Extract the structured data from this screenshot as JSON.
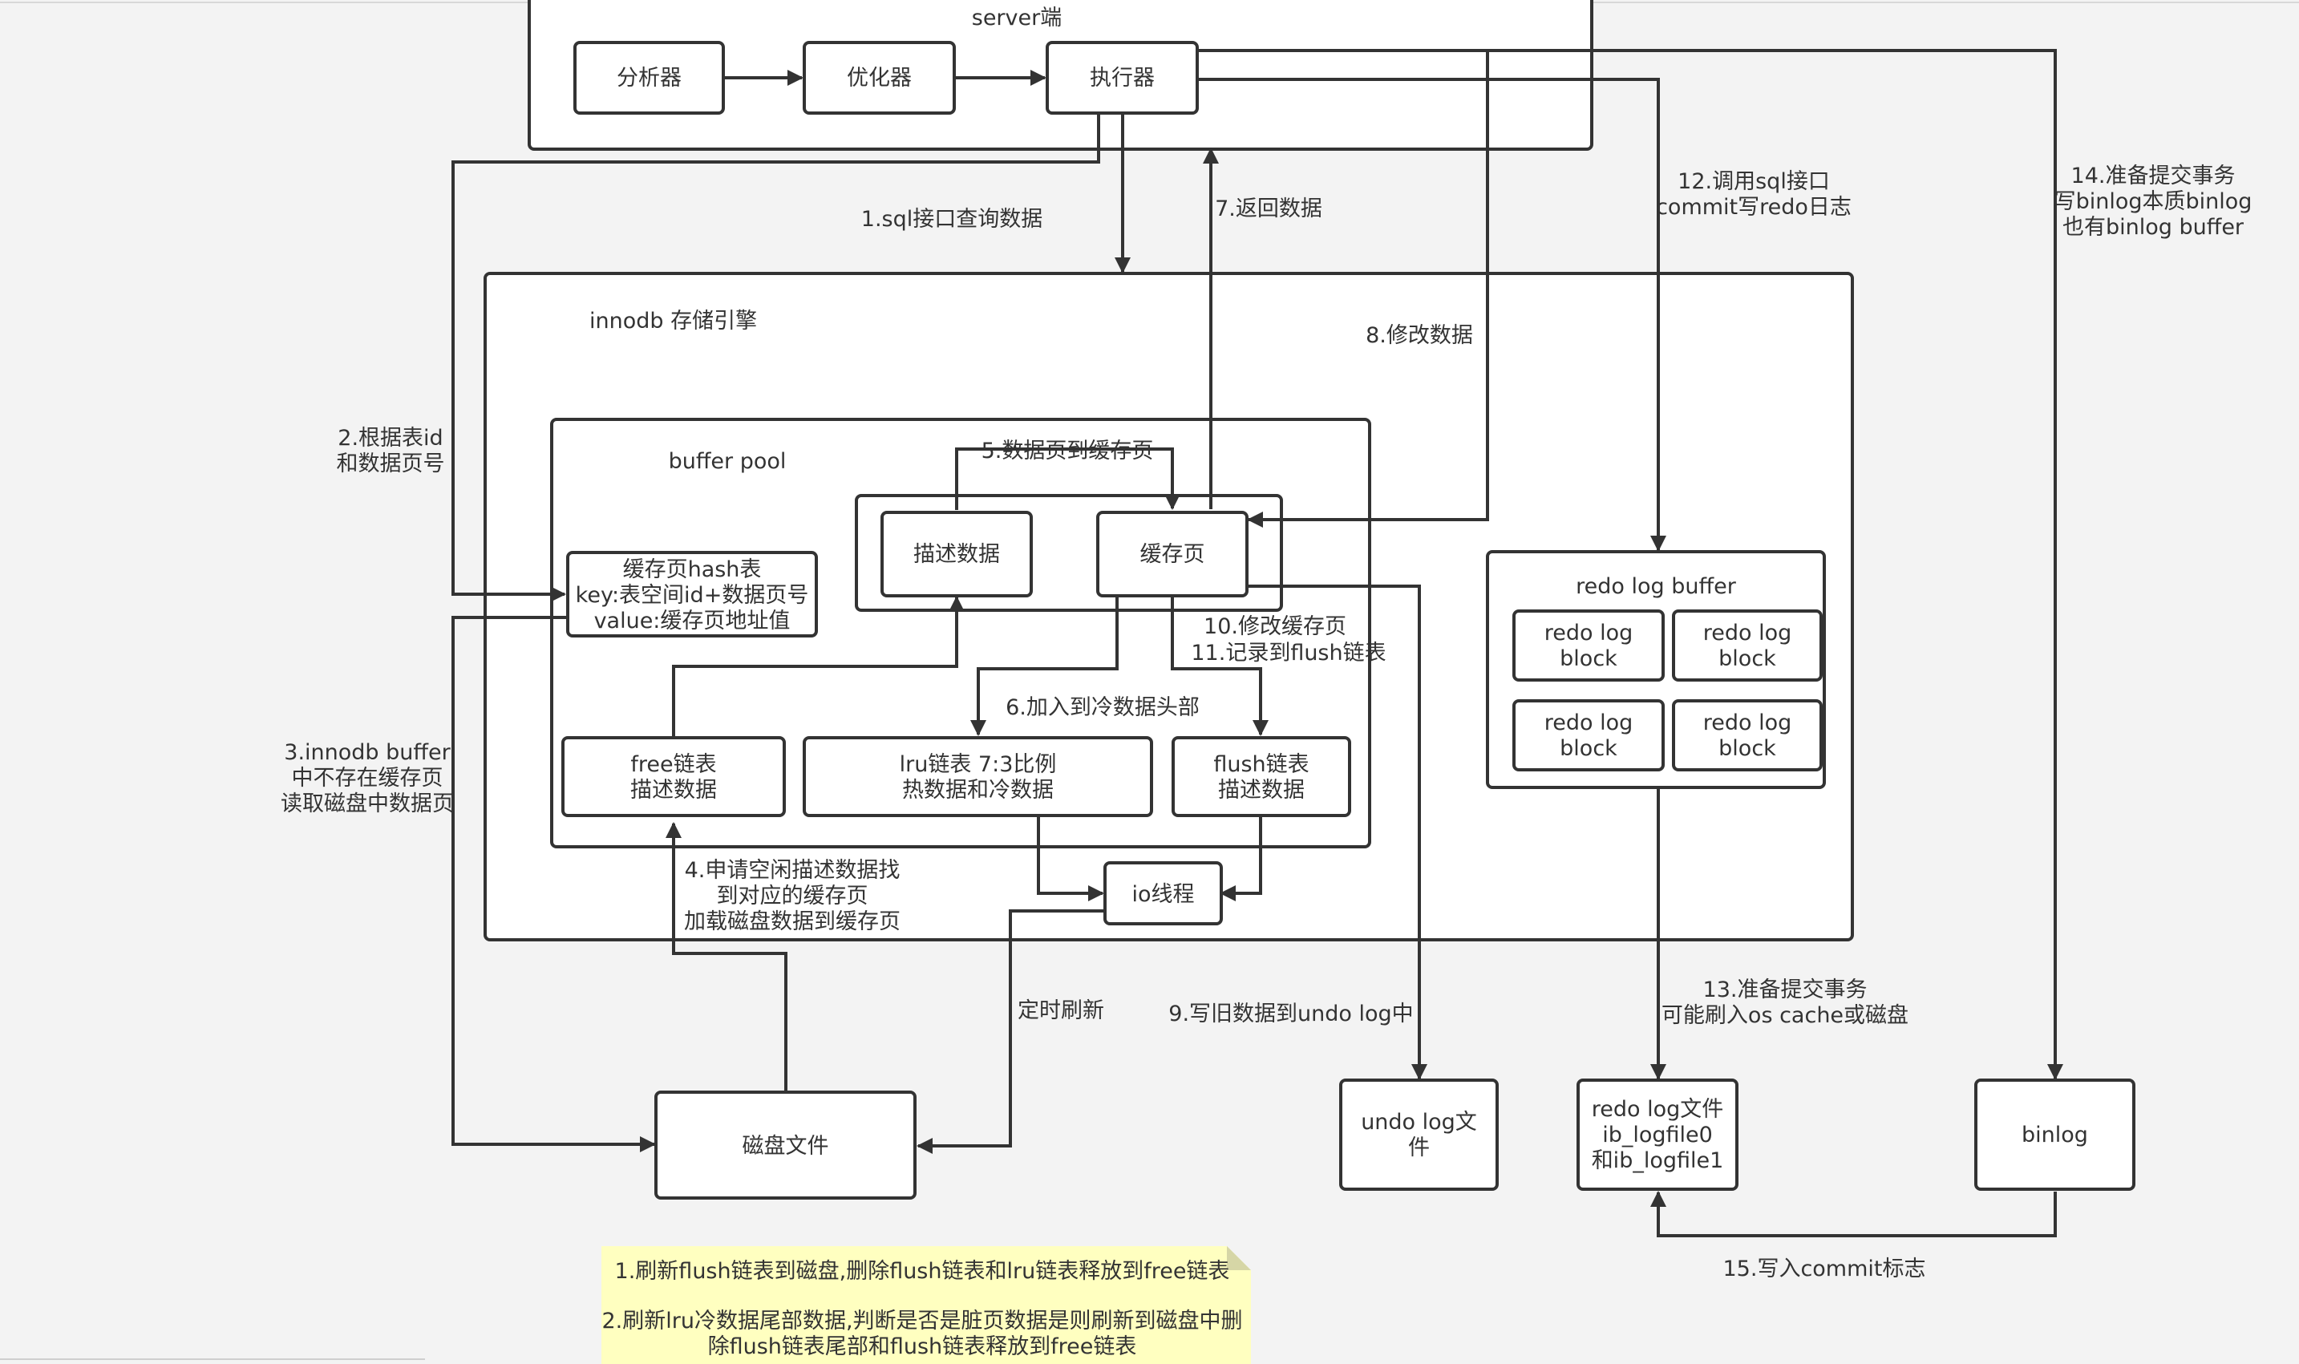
{
  "containers": {
    "server": "server端",
    "innodb": "innodb 存储引擎",
    "buffer_pool": "buffer pool",
    "redo_log_buffer": "redo log buffer"
  },
  "nodes": {
    "analyzer": "分析器",
    "optimizer": "优化器",
    "executor": "执行器",
    "describe_data": "描述数据",
    "cache_page": "缓存页",
    "hash_table": [
      "缓存页hash表",
      "key:表空间id+数据页号",
      "value:缓存页地址值"
    ],
    "free_list": [
      "free链表",
      "描述数据"
    ],
    "lru_list": [
      "lru链表 7:3比例",
      "热数据和冷数据"
    ],
    "flush_list": [
      "flush链表",
      "描述数据"
    ],
    "io_thread": "io线程",
    "redo_block_1": [
      "redo log",
      "block"
    ],
    "redo_block_2": [
      "redo log",
      "block"
    ],
    "redo_block_3": [
      "redo log",
      "block"
    ],
    "redo_block_4": [
      "redo log",
      "block"
    ],
    "disk_file": "磁盘文件",
    "undo_log_file": [
      "undo log文",
      "件"
    ],
    "redo_log_file": [
      "redo log文件",
      "ib_logfile0",
      "和ib_logfile1"
    ],
    "binlog": "binlog"
  },
  "labels": {
    "step1": "1.sql接口查询数据",
    "step2": [
      "2.根据表id",
      "和数据页号"
    ],
    "step3": [
      "3.innodb buffer",
      "中不存在缓存页",
      "读取磁盘中数据页"
    ],
    "step4": [
      "4.申请空闲描述数据找",
      "到对应的缓存页",
      "加载磁盘数据到缓存页"
    ],
    "step5": "5.数据页到缓存页",
    "step6": "6.加入到冷数据头部",
    "step7": "7.返回数据",
    "step8": "8.修改数据",
    "step9": "9.写旧数据到undo log中",
    "step10_11": [
      "10.修改缓存页",
      "11.记录到flush链表"
    ],
    "step12": [
      "12.调用sql接口",
      "commit写redo日志"
    ],
    "step13": [
      "13.准备提交事务",
      "可能刷入os cache或磁盘"
    ],
    "step14": [
      "14.准备提交事务",
      "写binlog本质binlog",
      "也有binlog buffer"
    ],
    "step15": "15.写入commit标志",
    "timed_flush": "定时刷新"
  },
  "note": [
    "1.刷新flush链表到磁盘,删除flush链表和lru链表释放到free链表",
    "2.刷新lru冷数据尾部数据,判断是否是脏页数据是则刷新到磁盘中删",
    "除flush链表尾部和flush链表释放到free链表"
  ],
  "colors": {
    "stroke": "#333333",
    "background": "#f3f3f3",
    "box_fill": "#ffffff",
    "note_fill": "#ffffc0",
    "note_fold": "#d6d6a6"
  }
}
